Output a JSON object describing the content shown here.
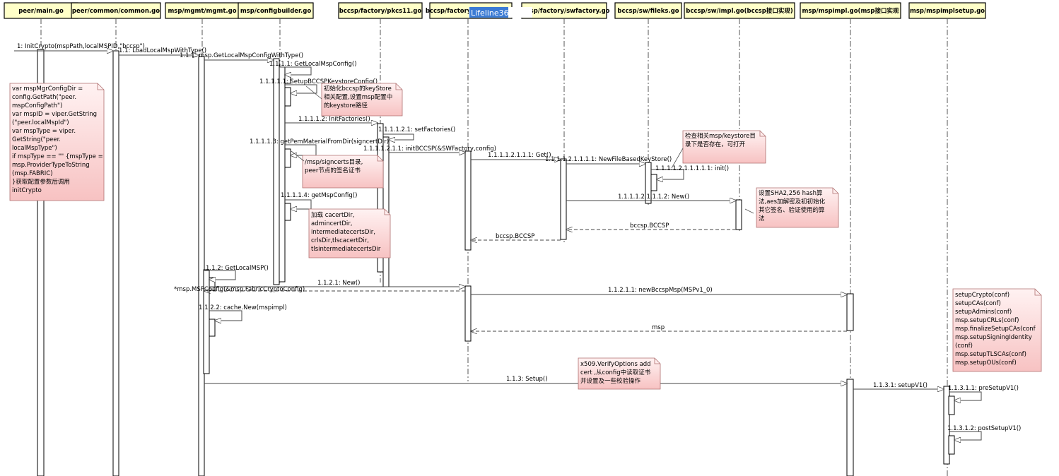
{
  "participants": [
    {
      "label": "peer/main.go"
    },
    {
      "label": "peer/common/common.go"
    },
    {
      "label": "msp/mgmt/mgmt.go"
    },
    {
      "label": "msp/configbuilder.go"
    },
    {
      "label": "bccsp/factory/pkcs11.go"
    },
    {
      "label": "bccsp/factory/nopkcs11.go"
    },
    {
      "label": "bccsp/factory/swfactory.go"
    },
    {
      "label": "bccsp/sw/fileks.go"
    },
    {
      "label": "bccsp/sw/impl.go(bccsp接口实现)"
    },
    {
      "label": "msp/mspimpl.go(msp接口实现"
    },
    {
      "label": "msp/mspimplsetup.go"
    }
  ],
  "lifeline_tag": "Lifeline36",
  "messages": [
    {
      "text": "1: InitCrypto(mspPath,localMSPID,\"bccsp\")"
    },
    {
      "text": "1.1: LoadLocalMspWithType()"
    },
    {
      "text": "1.1.1: msp.GetLocalMspConfigWithType()"
    },
    {
      "text": "1.1.1.1: GetLocalMspConfig()"
    },
    {
      "text": "1.1.1.1.1: SetupBCCSPKeystoreConfig()"
    },
    {
      "text": "1.1.1.1.2: InitFactories()"
    },
    {
      "text": "1.1.1.1.2.1: setFactories()"
    },
    {
      "text": "1.1.1.1.2.1.1: initBCCSP(&SWFactory,config)"
    },
    {
      "text": "1.1.1.1.2.1.1.1: Get()"
    },
    {
      "text": "1.1.1.1.2.1.1.1.1: NewFileBasedKeyStore()"
    },
    {
      "text": "1.1.1.1.2.1.1.1.1.1: init()"
    },
    {
      "text": "1.1.1.1.2.1.1.1.2: New()"
    },
    {
      "text": "bccsp.BCCSP"
    },
    {
      "text": "bccsp.BCCSP"
    },
    {
      "text": "1.1.1.1.3: getPemMaterialFromDir(signcertDir)"
    },
    {
      "text": "1.1.1.1.4: getMspConfig()"
    },
    {
      "text": "1.1.2: GetLocalMSP()"
    },
    {
      "text": "1.1.2.1: New()"
    },
    {
      "text": "*msp.MSPConfig(&msp.FabricCryptoConfig)"
    },
    {
      "text": "1.1.2.1.1: newBccspMsp(MSPv1_0)"
    },
    {
      "text": "1.1.2.2: cache.New(mspimpl)"
    },
    {
      "text": "msp"
    },
    {
      "text": "1.1.3: Setup()"
    },
    {
      "text": "1.1.3.1: setupV1()"
    },
    {
      "text": "1.1.3.1.1: preSetupV1()"
    },
    {
      "text": "1.1.3.1.2: postSetupV1()"
    }
  ],
  "notes": [
    {
      "lines": [
        "var mspMgrConfigDir =",
        "config.GetPath(\"peer.",
        "mspConfigPath\")",
        "var mspID = viper.GetString",
        "(\"peer.localMspId\")",
        "var mspType = viper.",
        "GetString(\"peer.",
        "localMspType\")",
        "if mspType == \"\" {mspType =",
        "msp.ProviderTypeToString",
        "(msp.FABRIC)",
        "}获取配置参数后调用",
        "initCrypto"
      ]
    },
    {
      "lines": [
        "初始化bccsp的keyStore",
        "相关配置,设置msp配置中",
        "的keystore路径"
      ]
    },
    {
      "lines": [
        "/msp/signcerts目录,",
        "peer节点的签名证书"
      ]
    },
    {
      "lines": [
        "加载 cacertDir,",
        "admincertDir,",
        "intermediatecertsDir,",
        "crlsDir,tlscacertDir,",
        "tlsintermediatecertsDir"
      ]
    },
    {
      "lines": [
        "检查相关msp/keystore目",
        "录下是否存在，可打开"
      ]
    },
    {
      "lines": [
        "设置SHA2,256 hash算",
        "法,aes加解密及初初始化",
        "其它签名、验证使用的算",
        "法"
      ]
    },
    {
      "lines": [
        "x509.VerifyOptions add",
        "cert ,从config中读取证书",
        "并设置及一些校验操作"
      ]
    },
    {
      "lines": [
        "setupCrypto(conf)",
        "setupCAs(conf)",
        "setupAdmins(conf)",
        "msp.setupCRLs(conf)",
        "msp.finalizeSetupCAs(conf",
        "msp.setupSigningIdentity",
        "(conf)",
        "msp.setupTLSCAs(conf)",
        "msp.setupOUs(conf)"
      ]
    }
  ],
  "colors": {
    "header_fill": "#ffffc8",
    "note_fill_top": "#fff0f0",
    "note_fill_bottom": "#f4b8b8",
    "note_border": "#b07070",
    "lifeline": "#555555",
    "tag_fill": "#3b7bd4"
  }
}
